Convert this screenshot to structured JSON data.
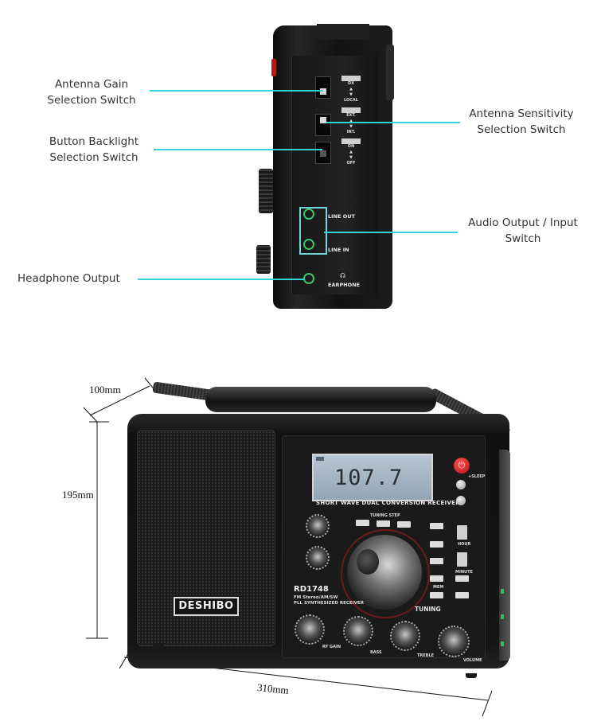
{
  "side_view": {
    "callouts": {
      "antenna_gain": {
        "line1": "Antenna Gain",
        "line2": "Selection Switch"
      },
      "button_backlight": {
        "line1": "Button Backlight",
        "line2": "Selection Switch"
      },
      "antenna_sensitivity": {
        "line1": "Antenna Sensitivity",
        "line2": "Selection Switch"
      },
      "audio_io": {
        "line1": "Audio Output / Input",
        "line2": "Switch"
      },
      "headphone": {
        "line1": "Headphone Output"
      }
    },
    "switch_labels": {
      "gain": {
        "top": "DX",
        "bottom": "LOCAL"
      },
      "sensitivity": {
        "top": "EXT.",
        "bottom": "INT."
      },
      "backlight": {
        "top": "ON",
        "bottom": "OFF"
      }
    },
    "jack_labels": {
      "line_out": "LINE OUT",
      "line_in": "LINE IN",
      "earphone": "EARPHONE"
    },
    "accent_color": "#2fd4d6",
    "jack_color": "#39c66a"
  },
  "front_view": {
    "dimensions": {
      "depth": "100mm",
      "height": "195mm",
      "width": "310mm"
    },
    "brand": "DESHIBO",
    "display": {
      "frequency": "107.7",
      "caption": "SHORT WAVE DUAL CONVERSION RECEIVER"
    },
    "model": {
      "name": "RD1748",
      "line1": "FM Stereo/AM/SW",
      "line2": "PLL SYNTHESIZED RECEIVER"
    },
    "labels": {
      "tuning": "TUNING",
      "tuning_step": "TUNING STEP",
      "sleep": "+SLEEP",
      "hour": "HOUR",
      "minute": "MINUTE",
      "mem": "MEM"
    },
    "knob_labels": [
      "RF GAIN",
      "BASS",
      "TREBLE",
      "VOLUME"
    ],
    "power_icon": "power-icon"
  }
}
